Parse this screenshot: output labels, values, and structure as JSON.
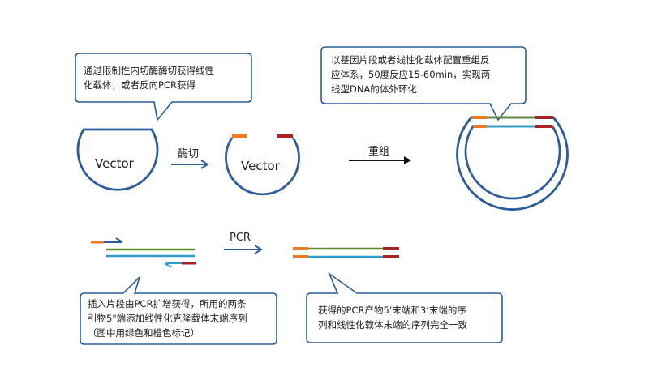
{
  "callouts": {
    "top_left": "通过限制性内切酶酶切获得线性\n化载体，或者反向PCR获得",
    "top_right": "以基因片段或者线性化载体配置重组反\n应体系，50度反应15-60min，实现两\n线型DNA的体外环化",
    "bottom_left": "插入片段由PCR扩增获得，所用的两条\n引物5\"端添加线性化克隆载体末端序列\n（图中用绿色和橙色标记）",
    "bottom_right": "获得的PCR产物5’末端和3’末端的序\n列和线性化载体末端的序列完全一致"
  },
  "labels": {
    "vector_circle": "Vector",
    "vector_linear": "Vector",
    "step_digest": "酶切",
    "step_recombine": "重组",
    "step_pcr": "PCR"
  },
  "colors": {
    "blue": "#2e5c9a",
    "green": "#5f8a2a",
    "orange": "#f07a22",
    "red": "#a52428",
    "teal": "#2a9dc8",
    "arrow_black": "#111111"
  }
}
